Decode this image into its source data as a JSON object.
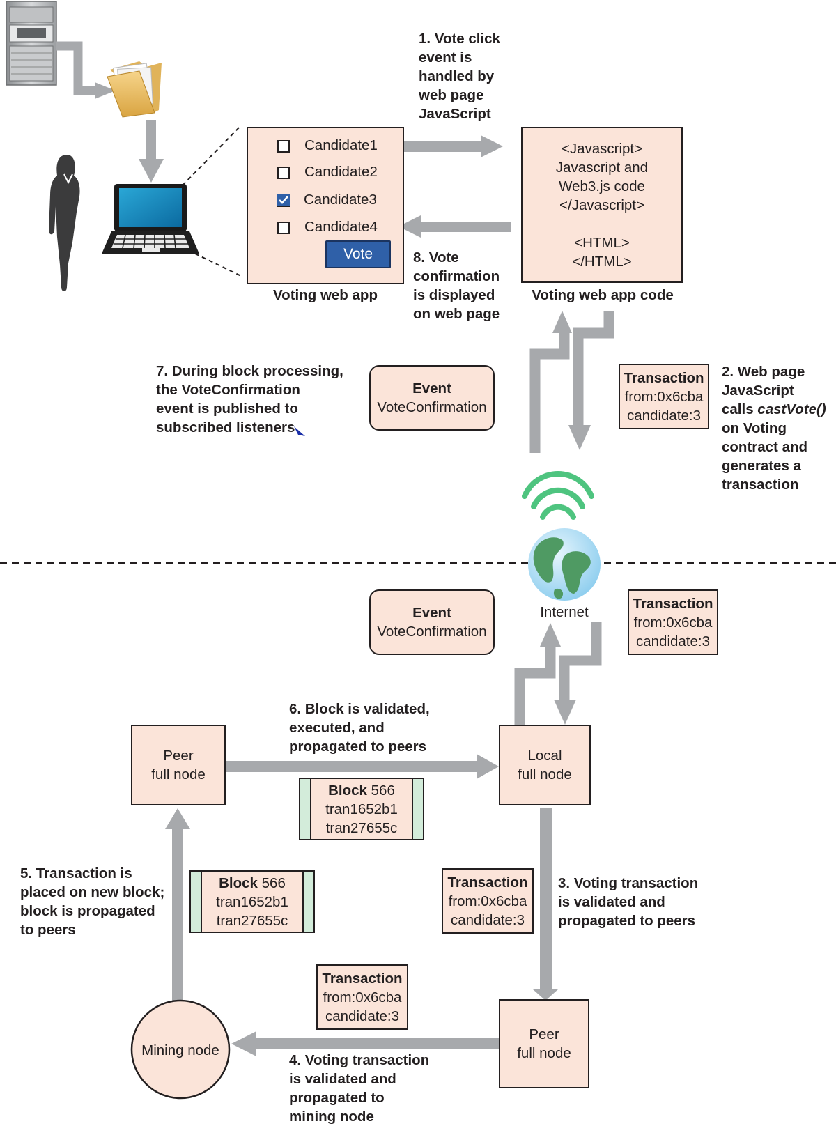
{
  "top_app": {
    "candidates": [
      "Candidate1",
      "Candidate2",
      "Candidate3",
      "Candidate4"
    ],
    "checked_index": 2,
    "vote_button": "Vote",
    "app_label": "Voting web app",
    "code_label": "Voting web app code",
    "code_lines": [
      "<Javascript>",
      "Javascript and",
      "Web3.js code",
      "</Javascript>",
      "",
      "<HTML>",
      "</HTML>"
    ]
  },
  "steps": {
    "s1": [
      "1. Vote click",
      "event is",
      "handled by",
      "web page",
      "JavaScript"
    ],
    "s2_pre": [
      "2. Web page",
      "JavaScript"
    ],
    "s2_calls": "calls ",
    "s2_fn": "castVote()",
    "s2_post": [
      "on Voting",
      "contract and",
      "generates a",
      "transaction"
    ],
    "s3": [
      "3. Voting transaction",
      "is validated and",
      "propagated to peers"
    ],
    "s4": [
      "4. Voting transaction",
      "is validated and",
      "propagated to",
      "mining node"
    ],
    "s5": [
      "5. Transaction is",
      "placed on new block;",
      "block is propagated",
      "to peers"
    ],
    "s6": [
      "6. Block is validated,",
      "executed, and",
      "propagated to peers"
    ],
    "s7": [
      "7. During block processing,",
      "the VoteConfirmation",
      "event is published to",
      "subscribed listeners"
    ],
    "s8": [
      "8. Vote",
      "confirmation",
      "is displayed",
      "on web page"
    ]
  },
  "event": {
    "title": "Event",
    "name": "VoteConfirmation"
  },
  "transaction": {
    "title": "Transaction",
    "from": "from:0x6cba",
    "candidate": "candidate:3"
  },
  "block": {
    "title": "Block",
    "number": "566",
    "tx1": "tran1652b1",
    "tx2": "tran27655c"
  },
  "nodes": {
    "internet": "Internet",
    "peer": [
      "Peer",
      "full node"
    ],
    "local": [
      "Local",
      "full node"
    ],
    "mining": "Mining node"
  },
  "colors": {
    "box_fill": "#fbe4d9",
    "block_side_fill": "#d3ecda",
    "arrow": "#a7a9ac",
    "vote_button": "#2f60a8",
    "wifi": "#4ec47f"
  },
  "icons": [
    "server-icon",
    "folder-icon",
    "person-silhouette-icon",
    "laptop-icon",
    "wifi-icon",
    "globe-icon",
    "checkbox-icon",
    "checkmark-icon"
  ]
}
